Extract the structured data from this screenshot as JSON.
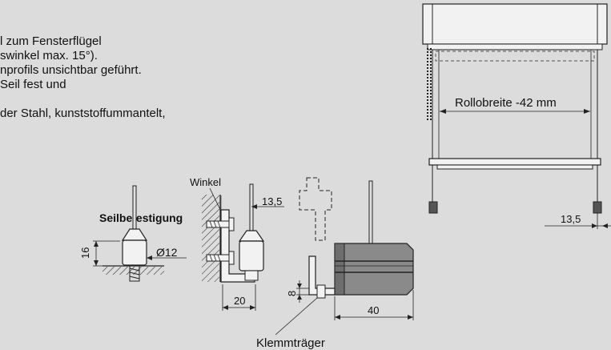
{
  "text_lines": [
    "l zum Fensterflügel",
    "swinkel max. 15°).",
    "nprofils unsichtbar geführt.",
    "Seil fest und",
    "der Stahl, kunststoffummantelt,"
  ],
  "labels": {
    "seilbefestigung": "Seilbefestigung",
    "winkel": "Winkel",
    "klemmtraeger": "Klemmträger",
    "rollobreite": "Rollobreite -42 mm"
  },
  "dimensions": {
    "height_16": "16",
    "diameter_12": "Ø12",
    "width_20": "20",
    "offset_13_5_winkel": "13,5",
    "height_8": "8",
    "width_40": "40",
    "offset_13_5_rollo": "13,5"
  },
  "colors": {
    "background": "#dcdcdc",
    "line": "#222222",
    "part_fill": "#8a8a8a",
    "light_fill": "#f2f2f2"
  }
}
